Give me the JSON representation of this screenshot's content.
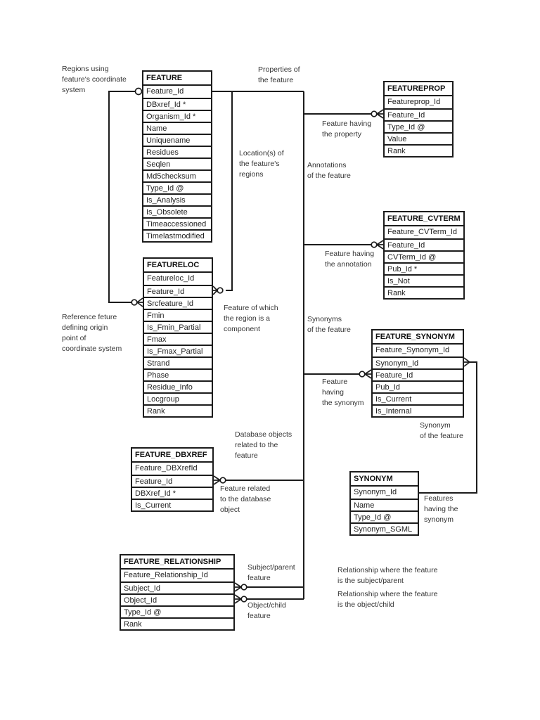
{
  "page": {
    "background": "#ffffff",
    "line_color": "#1c1c1c",
    "text_color": "#343434"
  },
  "tables": {
    "feature": {
      "title": "FEATURE",
      "rows": [
        "Feature_Id",
        "DBxref_Id *",
        "Organism_Id *",
        "Name",
        "Uniquename",
        "Residues",
        "Seqlen",
        "Md5checksum",
        "Type_Id @",
        "Is_Analysis",
        "Is_Obsolete",
        "Timeaccessioned",
        "Timelastmodified"
      ]
    },
    "featureprop": {
      "title": "FEATUREPROP",
      "rows": [
        "Featureprop_Id",
        "Feature_Id",
        "Type_Id @",
        "Value",
        "Rank"
      ]
    },
    "feature_cvterm": {
      "title": "FEATURE_CVTERM",
      "rows": [
        "Feature_CVTerm_Id",
        "Feature_Id",
        "CVTerm_Id @",
        "Pub_Id *",
        "Is_Not",
        "Rank"
      ]
    },
    "featureloc": {
      "title": "FEATURELOC",
      "rows": [
        "Featureloc_Id",
        "Feature_Id",
        "Srcfeature_Id",
        "Fmin",
        "Is_Fmin_Partial",
        "Fmax",
        "Is_Fmax_Partial",
        "Strand",
        "Phase",
        "Residue_Info",
        "Locgroup",
        "Rank"
      ]
    },
    "feature_synonym": {
      "title": "FEATURE_SYNONYM",
      "rows": [
        "Feature_Synonym_Id",
        "Synonym_Id",
        "Feature_Id",
        "Pub_Id",
        "Is_Current",
        "Is_Internal"
      ]
    },
    "feature_dbxref": {
      "title": "FEATURE_DBXREF",
      "rows": [
        "Feature_DBXrefId",
        "Feature_Id",
        "DBXref_Id *",
        "Is_Current"
      ]
    },
    "synonym": {
      "title": "SYNONYM",
      "rows": [
        "Synonym_Id",
        "Name",
        "Type_Id @",
        "Synonym_SGML"
      ]
    },
    "feature_relationship": {
      "title": "FEATURE_RELATIONSHIP",
      "rows": [
        "Feature_Relationship_Id",
        "Subject_Id",
        "Object_Id",
        "Type_Id @",
        "Rank"
      ]
    }
  },
  "labels": {
    "regions_using": "Regions using\nfeature's coordinate\nsystem",
    "properties_of": "Properties of\nthe feature",
    "feature_having_property": "Feature having\nthe property",
    "locations_of": "Location(s) of\nthe feature's\nregions",
    "annotations_of": "Annotations\nof the feature",
    "feature_having_annotation": "Feature having\nthe annotation",
    "reference_feture": "Reference feture\ndefining origin\npoint of\ncoordinate system",
    "feature_of_which": "Feature of which\nthe region is a\ncomponent",
    "synonyms_of": "Synonyms\nof the feature",
    "feature_having_synonym": "Feature\nhaving\nthe synonym",
    "synonym_of_feature": "Synonym\nof the feature",
    "database_objects": "Database objects\nrelated to the\nfeature",
    "feature_related": "Feature related\nto the database\nobject",
    "features_having": "Features\nhaving the\nsynonym",
    "subject_parent": "Subject/parent\nfeature",
    "object_child": "Object/child\nfeature",
    "relationship_subject": "Relationship where the feature\nis the subject/parent",
    "relationship_object": "Relationship where the feature\nis the object/child"
  }
}
